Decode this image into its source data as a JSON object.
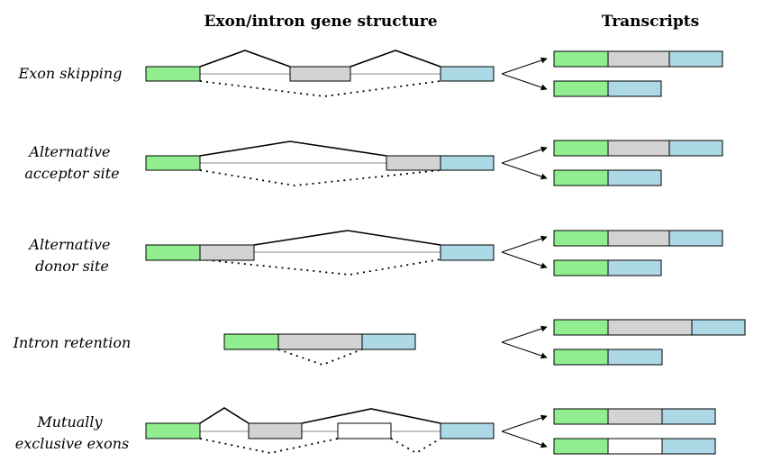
{
  "headers": {
    "structure": "Exon/intron gene structure",
    "transcripts": "Transcripts"
  },
  "colors": {
    "constitutive_5prime": "#90ee90",
    "alternative": "#d3d3d3",
    "constitutive_3prime": "#add8e6",
    "mutually_exclusive_second": "#ffffff",
    "outline": "#000000"
  },
  "rows": [
    {
      "id": "exon-skipping",
      "label_lines": [
        "Exon skipping"
      ]
    },
    {
      "id": "alternative-acceptor-site",
      "label_lines": [
        "Alternative",
        "acceptor site"
      ]
    },
    {
      "id": "alternative-donor-site",
      "label_lines": [
        "Alternative",
        "donor site"
      ]
    },
    {
      "id": "intron-retention",
      "label_lines": [
        "Intron retention"
      ]
    },
    {
      "id": "mutually-exclusive-exons",
      "label_lines": [
        "Mutually",
        "exclusive exons"
      ]
    }
  ]
}
